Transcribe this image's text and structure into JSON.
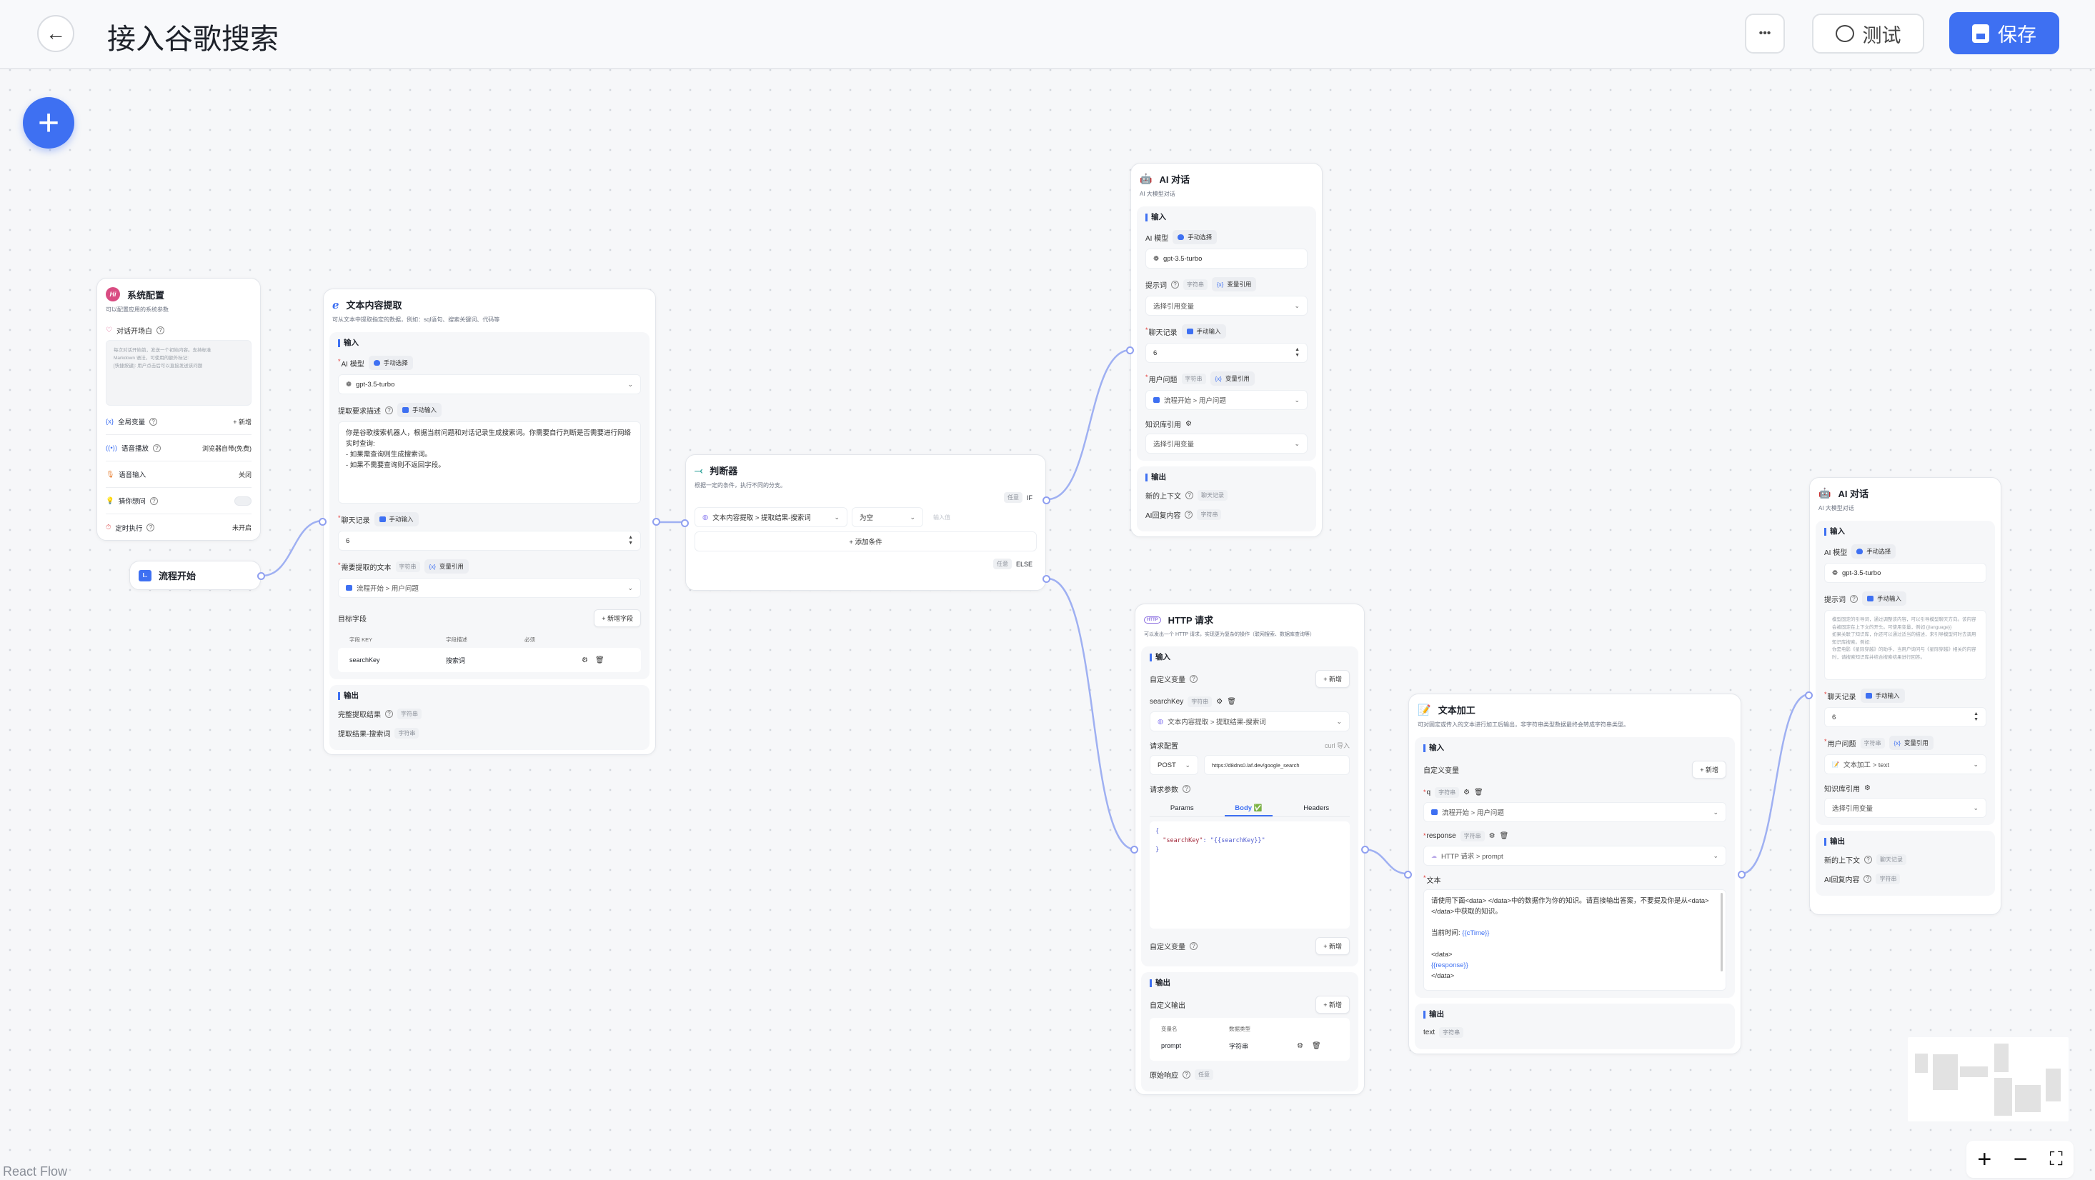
{
  "header": {
    "title": "接入谷歌搜索",
    "more_label": "•••",
    "test_label": "测试",
    "save_label": "保存"
  },
  "colors": {
    "accent": "#3e70f2",
    "edge": "#9fb0f2",
    "canvas": "#f6f7f9"
  },
  "footer": {
    "attribution": "React Flow"
  },
  "canvas_controls": {
    "zoom_in": "+",
    "zoom_out": "−",
    "fit_view": "⛶"
  },
  "common": {
    "input": "输入",
    "output": "输出",
    "manual_select": "手动选择",
    "manual_input": "手动输入",
    "var_ref": "变量引用",
    "string": "字符串",
    "any": "任意",
    "add": "+ 新增",
    "model": "gpt-3.5-turbo",
    "select_ref_var": "选择引用变量",
    "history_count": "6",
    "flow_start_user_q": "流程开始 > 用户问题",
    "extract_result": "文本内容提取 > 提取结果-搜索词"
  },
  "system_config": {
    "title": "系统配置",
    "desc": "可以配置应用的系统参数",
    "welcome_label": "对话开场白",
    "welcome_placeholder": "每次对话开始前，发送一个初始内容。支持标准\nMarkdown 语法，可使用的额外标记:\n[快捷按键]: 用户点击后可以直接发送该问题",
    "rows": [
      {
        "label": "全局变量",
        "value": "+ 新增"
      },
      {
        "label": "语音播放",
        "value": "浏览器自带(免费)"
      },
      {
        "label": "语音输入",
        "value": "关闭"
      },
      {
        "label": "猜你想问",
        "toggle": false
      },
      {
        "label": "定时执行",
        "value": "未开启"
      }
    ]
  },
  "flow_start": {
    "title": "流程开始"
  },
  "extract": {
    "title": "文本内容提取",
    "desc": "可从文本中提取指定的数据，例如：sql语句、搜索关键词、代码等",
    "ai_model_label": "AI 模型",
    "desc_label": "提取要求描述",
    "prompt": "你是谷歌搜索机器人，根据当前问题和对话记录生成搜索词。你需要自行判断是否需要进行网络实时查询:\n- 如果需查询则生成搜索词。\n- 如果不需要查询则不返回字段。",
    "history_label": "聊天记录",
    "text_label": "需要提取的文本",
    "target_label": "目标字段",
    "add_field": "+ 新增字段",
    "columns": [
      "字段 KEY",
      "字段描述",
      "必须"
    ],
    "fields": [
      {
        "key": "searchKey",
        "desc": "搜索词"
      }
    ],
    "outputs": [
      {
        "label": "完整提取结果",
        "type": "字符串"
      },
      {
        "label": "提取结果-搜索词",
        "type": "字符串"
      }
    ]
  },
  "judge": {
    "title": "判断器",
    "desc": "根据一定的条件，执行不同的分支。",
    "if_label": "IF",
    "else_label": "ELSE",
    "condition_var": "文本内容提取 > 提取结果-搜索词",
    "operator": "为空",
    "value_placeholder": "输入值",
    "add_condition": "+ 添加条件"
  },
  "ai_chat_1": {
    "title": "AI 对话",
    "desc": "AI 大模型对话",
    "ai_model_label": "AI 模型",
    "prompt_label": "提示词",
    "history_label": "聊天记录",
    "user_q_label": "用户问题",
    "kb_label": "知识库引用",
    "out_ctx": "新的上下文",
    "out_ctx_type": "聊天记录",
    "out_reply": "AI回复内容"
  },
  "http": {
    "title": "HTTP 请求",
    "desc": "可以发出一个 HTTP 请求，实现更为复杂的操作（联网搜索、数据库查询等）",
    "custom_var_label": "自定义变量",
    "var_name": "searchKey",
    "req_config_label": "请求配置",
    "curl_import": "curl 导入",
    "method": "POST",
    "url": "https://d8dns0.laf.dev/google_search",
    "req_params_label": "请求参数",
    "tabs": [
      "Params",
      "Body ✅",
      "Headers"
    ],
    "body_key": "\"searchKey\"",
    "body_value": "\"{{searchKey}}\"",
    "custom_output_label": "自定义输出",
    "out_columns": [
      "变量名",
      "数据类型"
    ],
    "out_rows": [
      {
        "name": "prompt",
        "type": "字符串"
      }
    ],
    "raw_response": "原始响应"
  },
  "text_edit": {
    "title": "文本加工",
    "desc": "可对固定或传入的文本进行加工后输出，非字符串类型数据最终会转成字符串类型。",
    "custom_var_label": "自定义变量",
    "var_q": "q",
    "var_response": "response",
    "response_ref": "HTTP 请求 > prompt",
    "text_label": "文本",
    "text_line1": "请使用下面<data> </data>中的数据作为你的知识。请直接输出答案，不要提及你是从<data> </data>中获取的知识。",
    "time_label": "当前时间: ",
    "time_var": "{{cTime}}",
    "data_open": "<data>",
    "response_var": "{{response}}",
    "data_close": "</data>",
    "out_text": "text"
  },
  "ai_chat_2": {
    "title": "AI 对话",
    "desc": "AI 大模型对话",
    "ai_model_label": "AI 模型",
    "prompt_label": "提示词",
    "prompt_placeholder": "模型固定的引导词，通过调整该内容，可以引导模型聊天方向。该内容会被固定在上下文的开头。可使用变量，例如 {{language}}\n如果关联了知识库，你还可以通过适当的描述，来引导模型何时去调用知识库搜索。例如:\n你是电影《星际穿越》的助手，当用户询问与《星际穿越》相关的内容时，请搜索知识库并结合搜索结果进行回答。",
    "history_label": "聊天记录",
    "user_q_label": "用户问题",
    "user_q_ref": "文本加工 > text",
    "kb_label": "知识库引用",
    "out_ctx": "新的上下文",
    "out_ctx_type": "聊天记录",
    "out_reply": "AI回复内容"
  }
}
